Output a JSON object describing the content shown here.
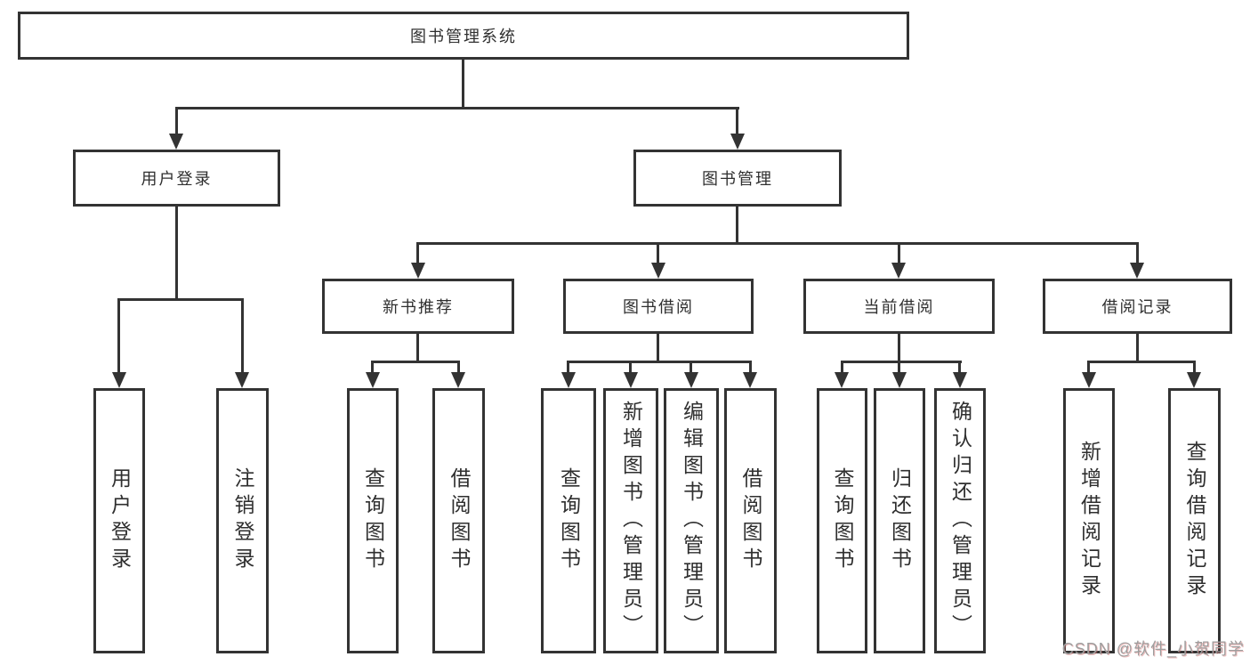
{
  "diagram": {
    "root": {
      "label": "图书管理系统"
    },
    "branches": {
      "user_login": {
        "label": "用户登录"
      },
      "book_management": {
        "label": "图书管理"
      }
    },
    "modules": {
      "new_book_recommend": {
        "label": "新书推荐"
      },
      "book_borrowing": {
        "label": "图书借阅"
      },
      "current_borrowing": {
        "label": "当前借阅"
      },
      "borrowing_records": {
        "label": "借阅记录"
      }
    },
    "leaves": {
      "user_login": "用户登录",
      "logout": "注销登录",
      "recommend_query_books": "查询图书",
      "recommend_borrow_books": "借阅图书",
      "borrowing_query_books": "查询图书",
      "borrowing_add_books": "新增图书（管理员）",
      "borrowing_edit_books": "编辑图书（管理员）",
      "borrowing_borrow_books": "借阅图书",
      "current_query_books": "查询图书",
      "current_return_books": "归还图书",
      "current_confirm_return": "确认归还（管理员）",
      "records_add_record": "新增借阅记录",
      "records_query_record": "查询借阅记录"
    }
  },
  "watermark": {
    "text": "CSDN @软件_小贺同学"
  },
  "colors": {
    "line": "#333333",
    "text": "#2f2f2f",
    "background": "#ffffff",
    "watermark": "#9e9e9e"
  }
}
